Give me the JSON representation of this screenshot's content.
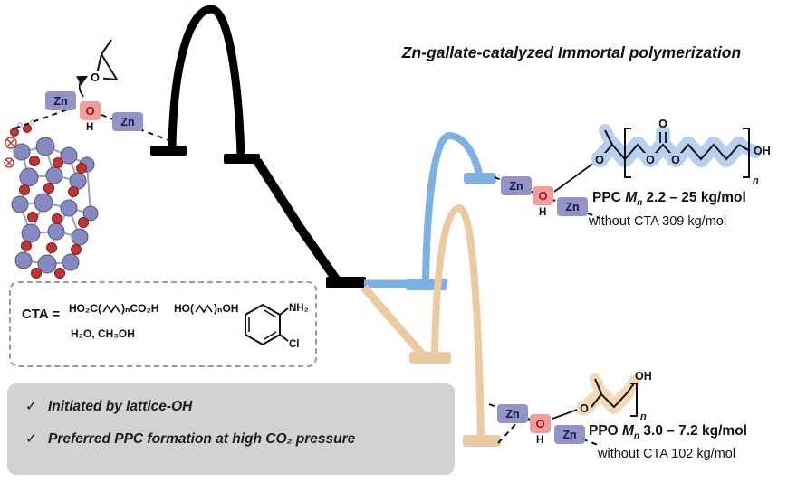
{
  "title": "Zn-gallate-catalyzed Immortal polymerization",
  "atoms": {
    "zn": "Zn",
    "o": "O",
    "h": "H",
    "oh": "OH",
    "n_sub": "n",
    "nh2": "NH₂",
    "cl": "Cl"
  },
  "cta": {
    "label": "CTA =",
    "diacid_prefix": "HO₂C(",
    "diacid_suffix": ")ₙCO₂H",
    "diol_prefix": "HO(",
    "diol_suffix": ")ₙOH",
    "solvents": "H₂O, CH₃OH"
  },
  "products": {
    "ppc": {
      "name": "PPC",
      "mn_symbol": "M",
      "mn_subscript": "n",
      "mn_range": "2.2 – 25 kg/mol",
      "without_cta": "without CTA 309 kg/mol"
    },
    "ppo": {
      "name": "PPO",
      "mn_symbol": "M",
      "mn_subscript": "n",
      "mn_range": "3.0 – 7.2 kg/mol",
      "without_cta": "without CTA 102 kg/mol"
    }
  },
  "key_points": {
    "check": "✓",
    "item1": "Initiated by lattice-OH",
    "item2": "Preferred PPC formation at high CO₂ pressure"
  },
  "colors": {
    "zn_box_bg": "#9193c9",
    "o_box_bg": "#ef9d9d",
    "blue_path": "#7fb0e2",
    "blue_highlight": "#b8d0f0",
    "orange_path": "#eccaa1",
    "orange_highlight": "#f4d9b8",
    "note_box_bg": "#d2d2d2",
    "black_path": "#000000"
  }
}
